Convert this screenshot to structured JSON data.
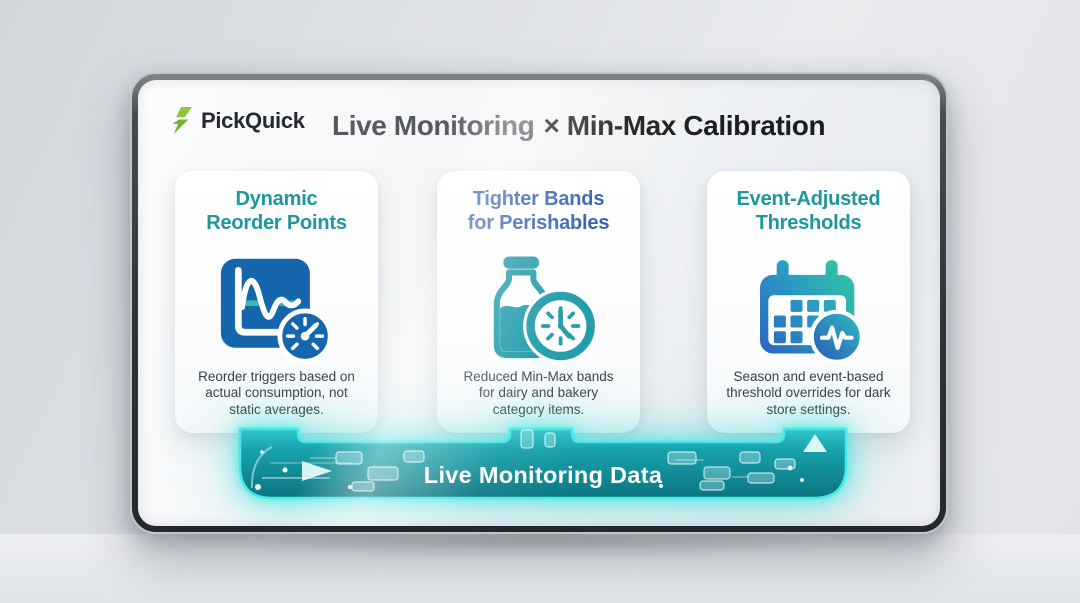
{
  "brand": {
    "name": "PickQuick",
    "logo_icon": "bolt-icon",
    "logo_green": "#7cc142"
  },
  "header": {
    "title_gray": "Live Monitoring",
    "title_dark": "× Min-Max Calibration"
  },
  "cards": [
    {
      "title": "Dynamic Reorder Points",
      "title_lines": [
        "Dynamic",
        "Reorder Points"
      ],
      "accent": "#1e96a0",
      "icon": "chart-gauge-icon",
      "description": "Reorder triggers based on actual consumption, not static averages."
    },
    {
      "title": "Tighter Bands for Perishables",
      "title_lines": [
        "Tighter Bands",
        "for Perishables"
      ],
      "accent": "#2c5cad",
      "icon": "bottle-clock-icon",
      "description": "Reduced Min-Max bands for dairy and bakery category items."
    },
    {
      "title": "Event-Adjusted Thresholds",
      "title_lines": [
        "Event-Adjusted",
        "Thresholds"
      ],
      "accent": "#1e96a0",
      "icon": "calendar-pulse-icon",
      "description": "Season and event-based threshold overrides for dark store settings."
    }
  ],
  "pipe": {
    "label": "Live Monitoring Data",
    "glow_color": "#3fe4e1",
    "fill_light": "#31c9cb",
    "fill_dark": "#0b727e"
  }
}
